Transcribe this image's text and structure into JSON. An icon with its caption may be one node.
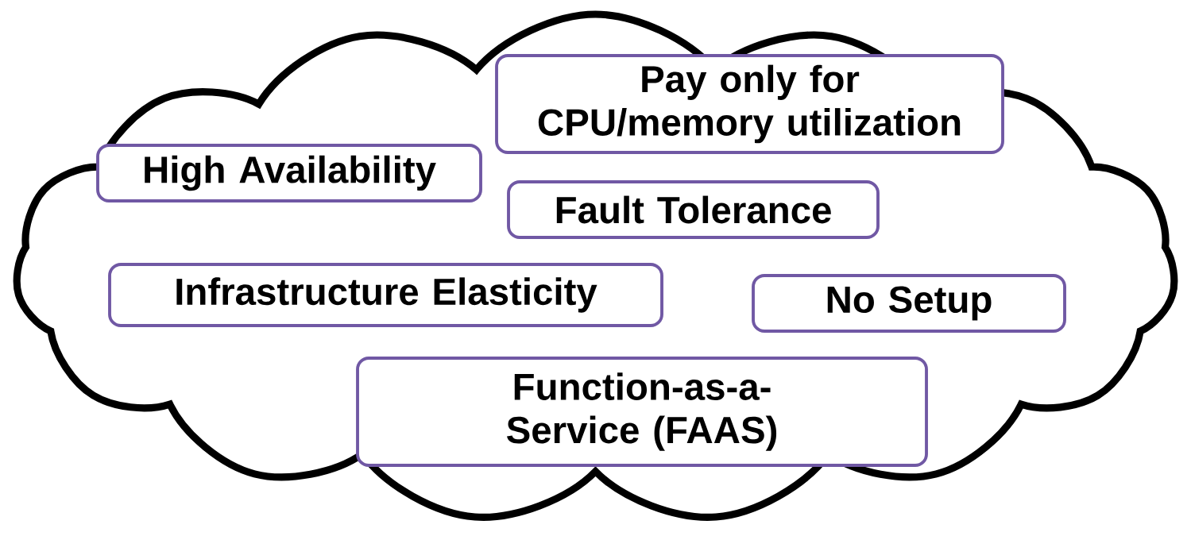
{
  "diagram": {
    "nodes": [
      {
        "text": [],
        "shape": "cloud"
      },
      {
        "text": [
          "Pay only for CPU/memory utilization"
        ],
        "in": 0
      },
      {
        "text": [
          "High Availability"
        ],
        "in": 0
      },
      {
        "text": [
          "Fault Tolerance"
        ],
        "in": 0
      },
      {
        "text": [
          "Infrastructure Elasticity"
        ],
        "in": 0
      },
      {
        "text": [
          "No Setup"
        ],
        "in": 0
      },
      {
        "text": [
          "Function-as-a-Service (FAAS)"
        ],
        "in": 0
      }
    ]
  }
}
